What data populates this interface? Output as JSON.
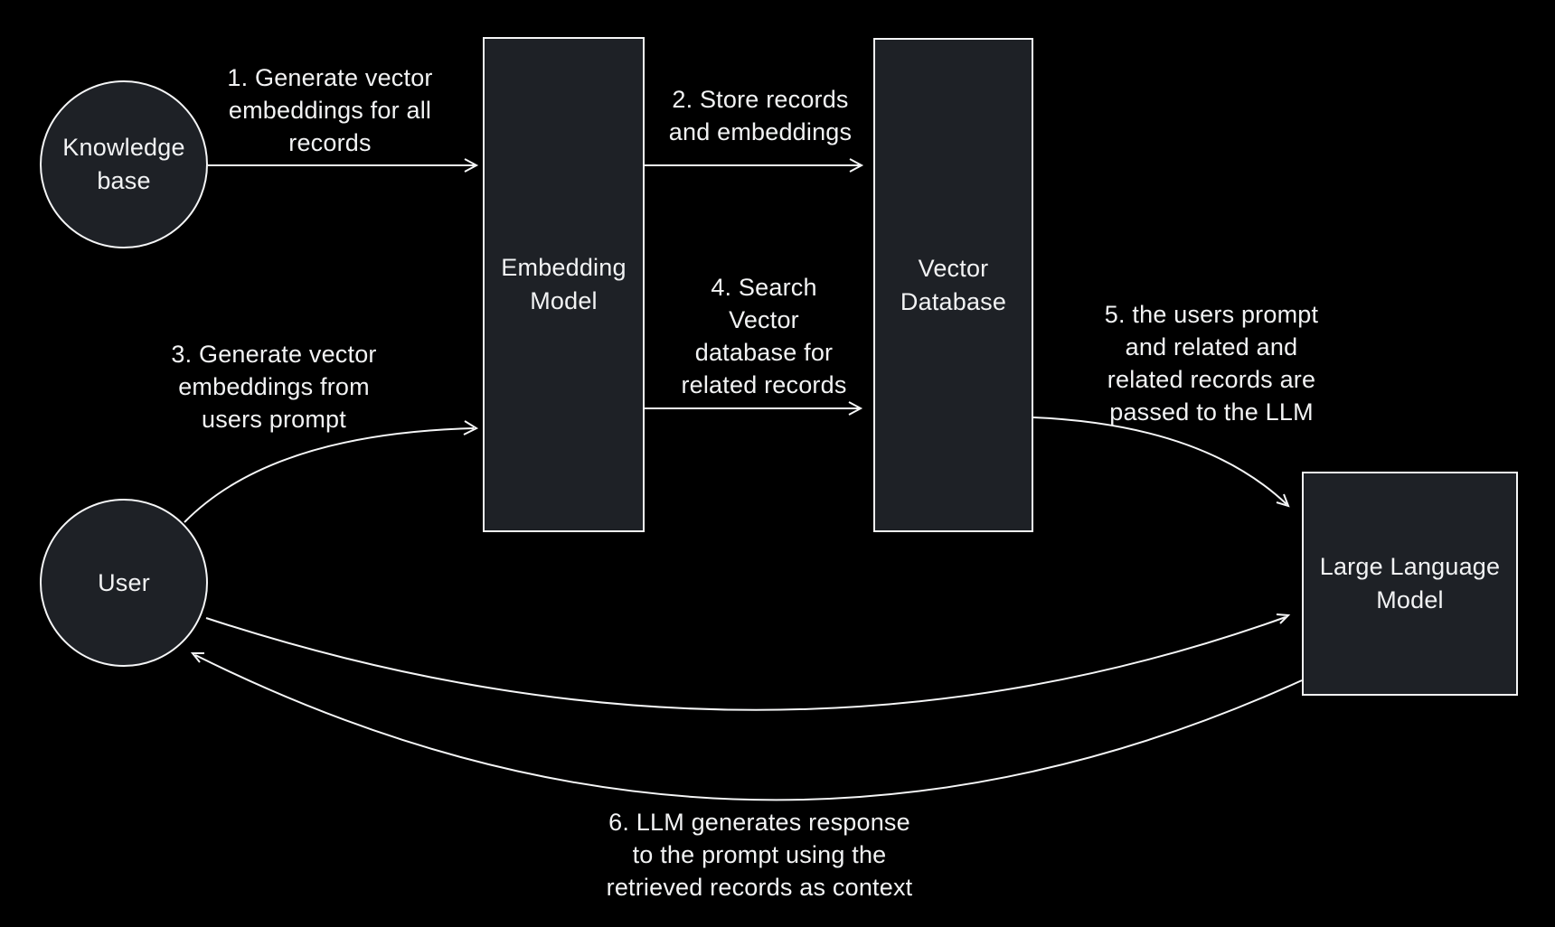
{
  "diagram_type": "rag-data-flow-diagram",
  "colors": {
    "background": "#000000",
    "node_fill": "#1e2126",
    "node_stroke": "#f5f6f7",
    "arrow": "#f5f6f7",
    "text": "#f2f3f4"
  },
  "nodes": {
    "knowledge_base": {
      "label": "Knowledge\nbase",
      "shape": "circle"
    },
    "user": {
      "label": "User",
      "shape": "circle"
    },
    "embedding_model": {
      "label": "Embedding\nModel",
      "shape": "rect"
    },
    "vector_database": {
      "label": "Vector\nDatabase",
      "shape": "rect"
    },
    "llm": {
      "label": "Large Language\nModel",
      "shape": "rect"
    }
  },
  "steps": {
    "s1": "1. Generate vector\nembeddings for all\nrecords",
    "s2": "2. Store records\nand embeddings",
    "s3": "3. Generate vector\nembeddings from\nusers prompt",
    "s4": "4. Search\nVector\ndatabase for\nrelated records",
    "s5": "5. the users prompt\nand related and\nrelated records are\npassed to the LLM",
    "s6": "6. LLM generates response\nto the prompt using the\nretrieved records as context"
  },
  "edges": [
    {
      "step": "s1",
      "from": "knowledge_base",
      "to": "embedding_model"
    },
    {
      "step": "s2",
      "from": "embedding_model",
      "to": "vector_database"
    },
    {
      "step": "s3",
      "from": "user",
      "to": "embedding_model"
    },
    {
      "step": "s4",
      "from": "embedding_model",
      "to": "vector_database"
    },
    {
      "step": "s5",
      "from": "vector_database",
      "to": "llm"
    },
    {
      "step": null,
      "from": "user",
      "to": "llm"
    },
    {
      "step": "s6",
      "from": "llm",
      "to": "user"
    }
  ]
}
